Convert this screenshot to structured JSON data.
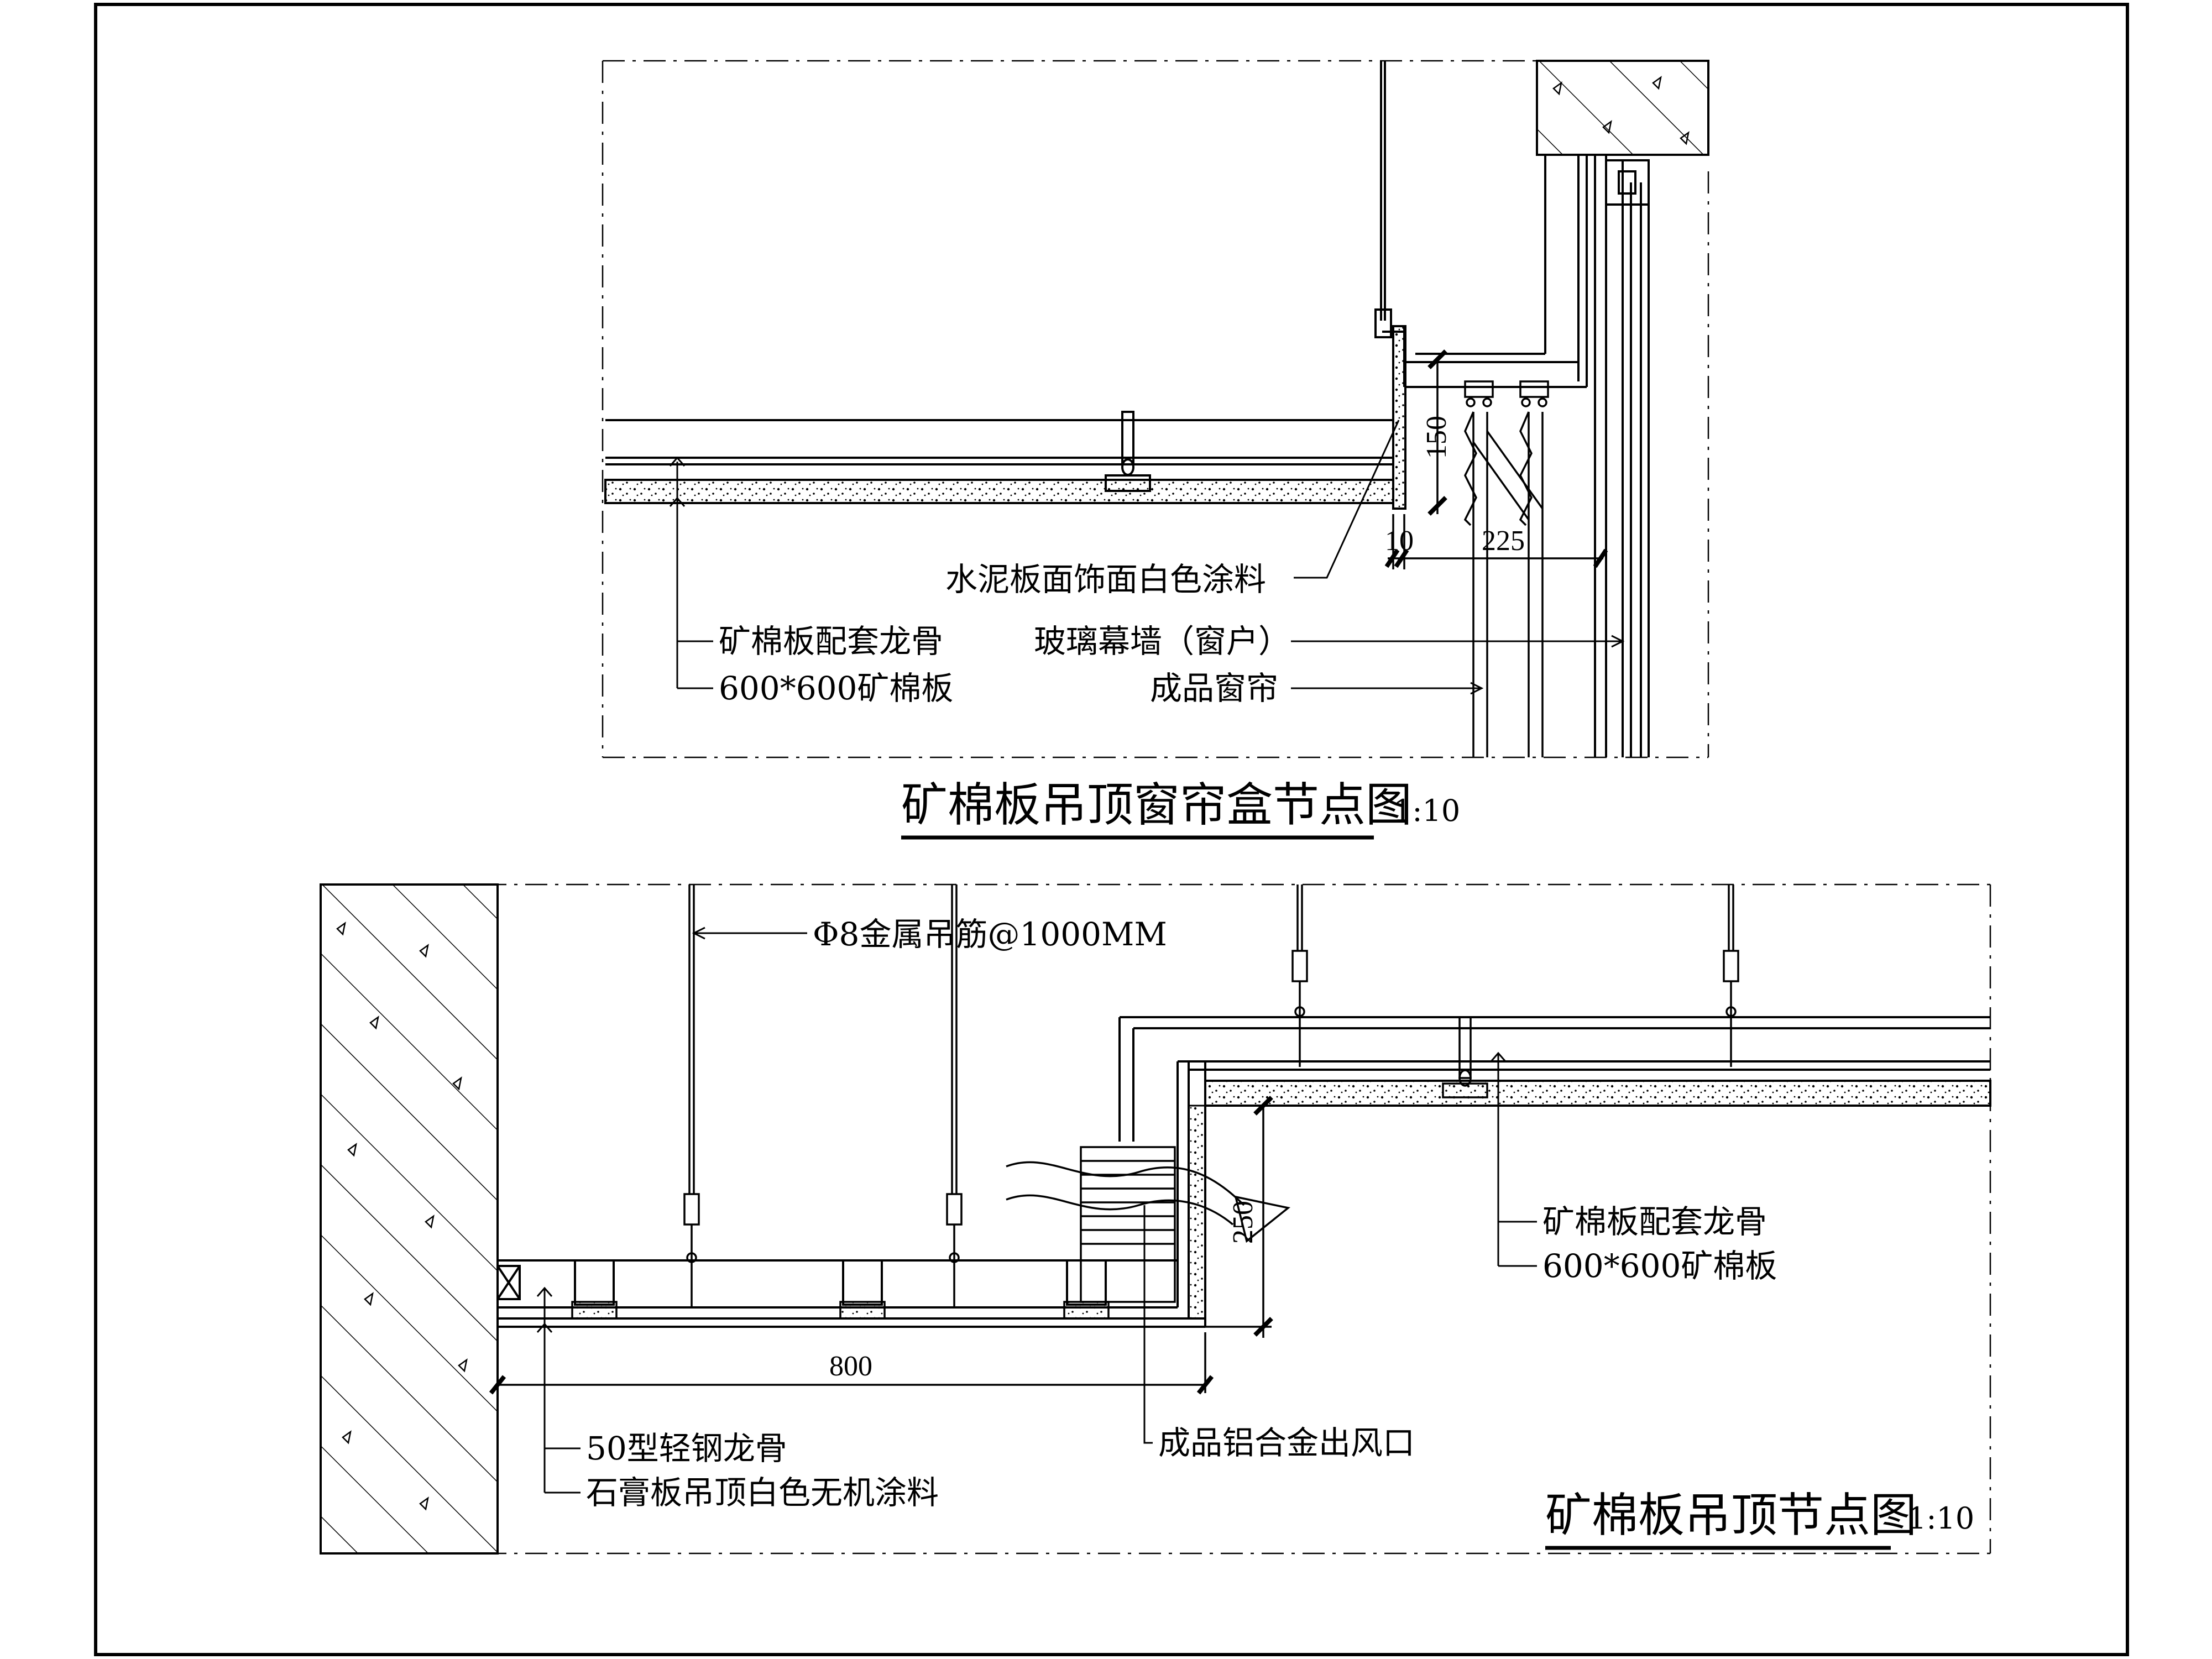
{
  "detail_top": {
    "title": "矿棉板吊顶窗帘盒节点图",
    "scale": "1:10",
    "labels": {
      "cement_board": "水泥板面饰面白色涂料",
      "keel": "矿棉板配套龙骨",
      "panel": "600*600矿棉板",
      "glass_wall": "玻璃幕墙（窗户）",
      "curtain": "成品窗帘"
    },
    "dims": {
      "d150": "150",
      "d10": "10",
      "d225": "225"
    }
  },
  "detail_bottom": {
    "title": "矿棉板吊顶节点图",
    "scale": "1:10",
    "labels": {
      "hanger": "Φ8金属吊筋@1000MM",
      "keel": "矿棉板配套龙骨",
      "panel": "600*600矿棉板",
      "steel_keel": "50型轻钢龙骨",
      "gypsum": "石膏板吊顶白色无机涂料",
      "air_outlet": "成品铝合金出风口"
    },
    "dims": {
      "d250": "250",
      "d800": "800"
    }
  }
}
